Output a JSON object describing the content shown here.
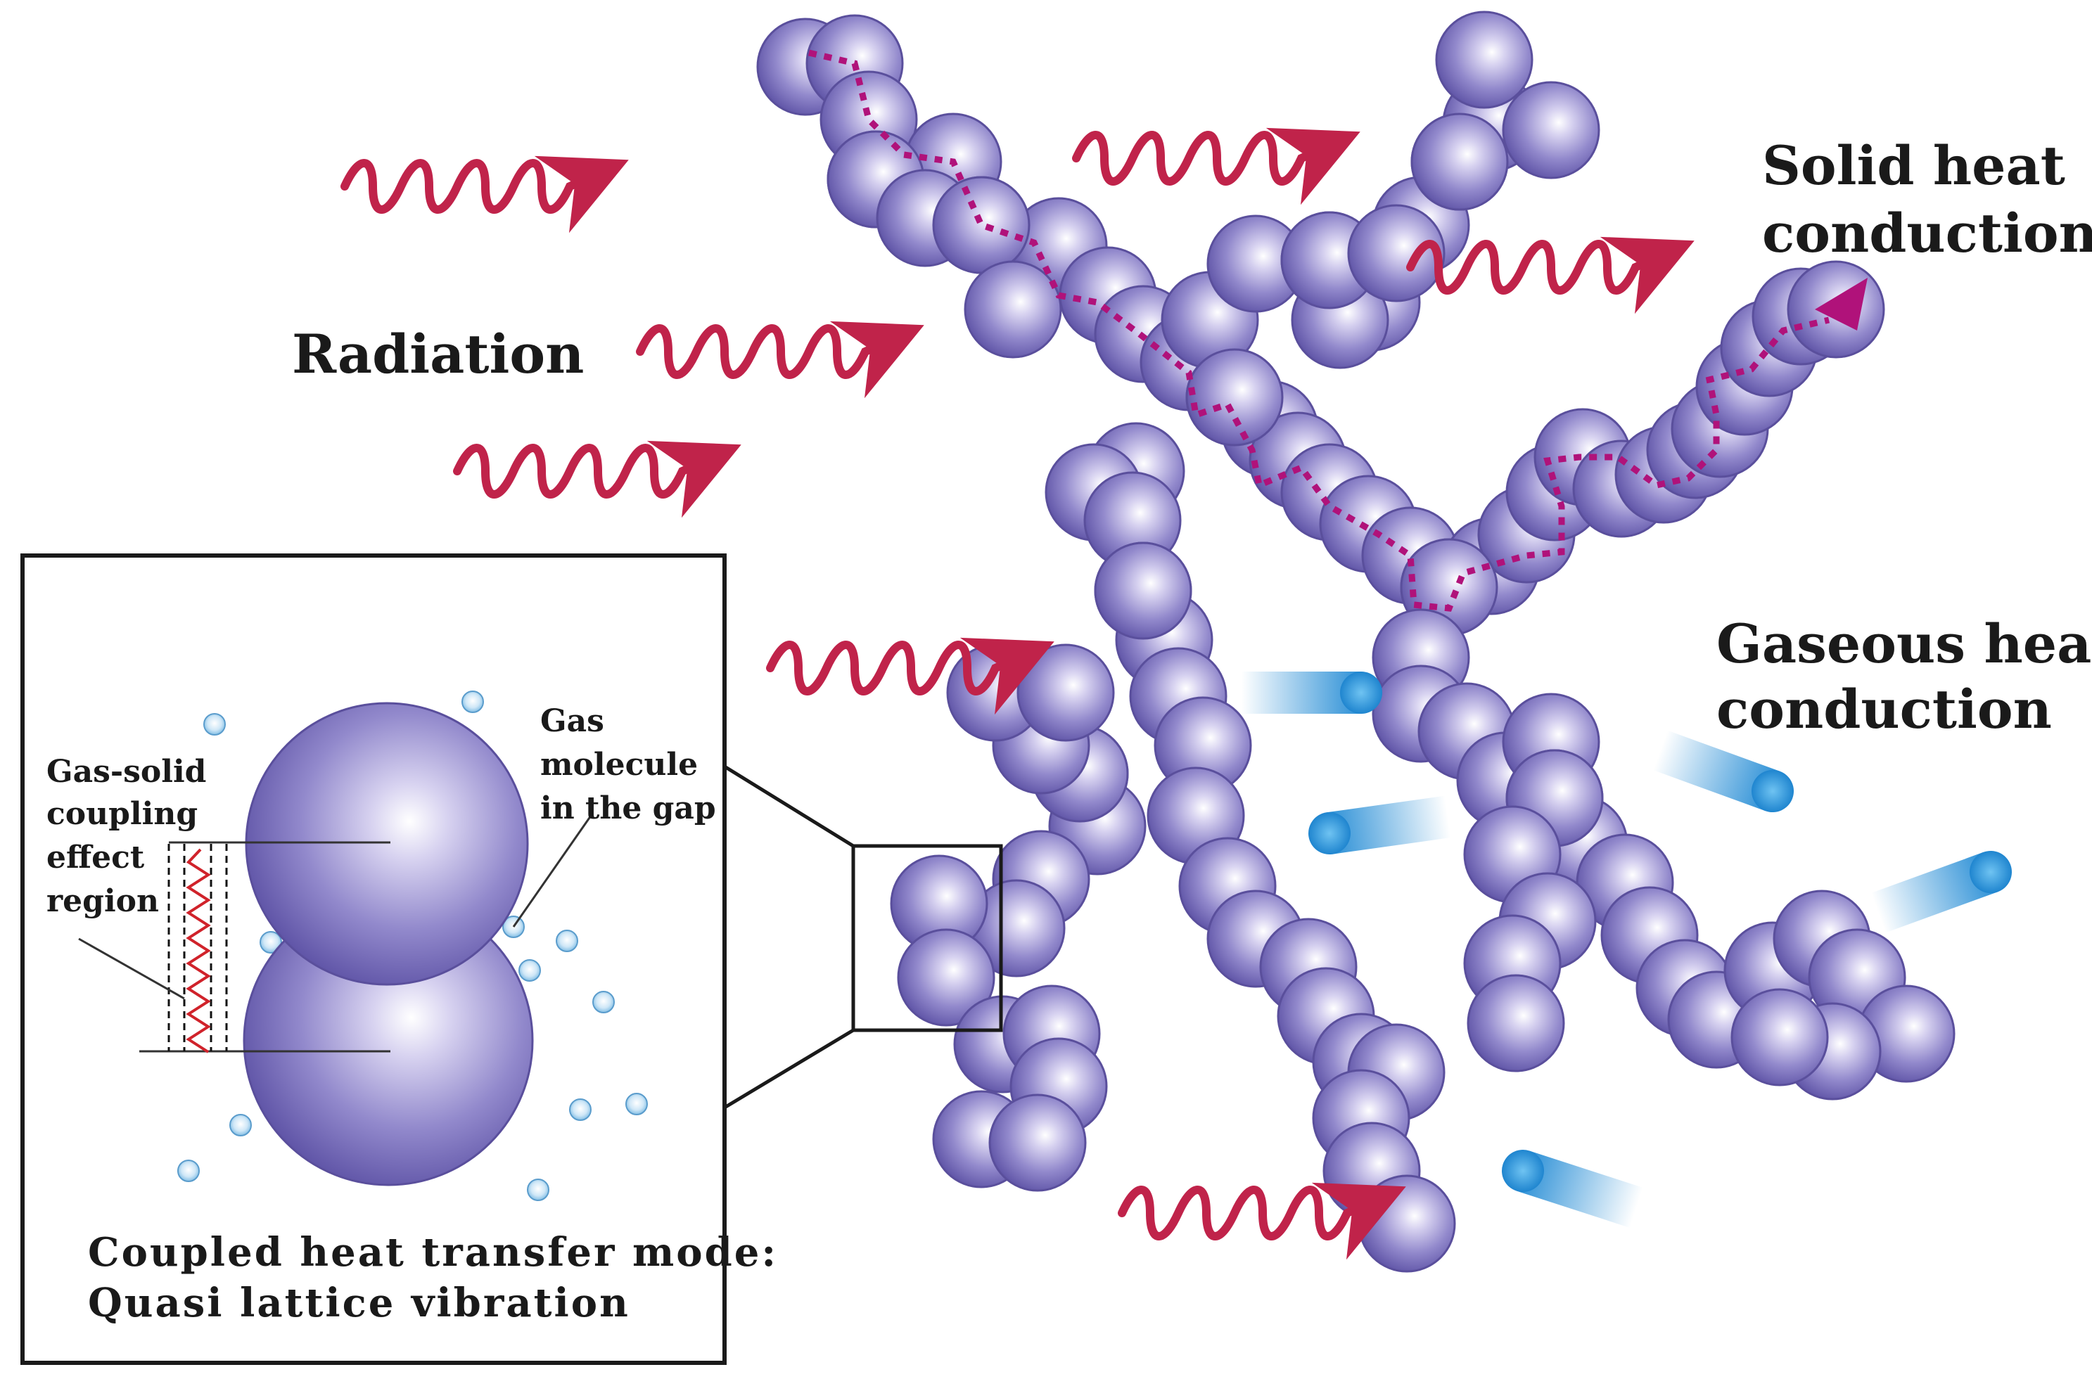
{
  "labels": {
    "radiation": "Radiation",
    "solid_line1": "Solid heat",
    "solid_line2": "conduction",
    "gaseous_line1": "Gaseous heat",
    "gaseous_line2": "conduction",
    "inset_gas_solid_1": "Gas-solid",
    "inset_gas_solid_2": "coupling",
    "inset_gas_solid_3": "effect",
    "inset_gas_solid_4": "region",
    "inset_gas_mol_1": "Gas",
    "inset_gas_mol_2": "molecule",
    "inset_gas_mol_3": "in the gap",
    "coupled_1": "Coupled heat transfer mode:",
    "coupled_2": "Quasi lattice vibration"
  },
  "colors": {
    "particle": "#8a80c4",
    "particle_dark": "#4a3f8a",
    "radiation_arrow": "#c0234a",
    "solid_path": "#b0127a",
    "gas_molecule": "#3a9ad9",
    "frame": "#1a1a1a"
  },
  "icons": {
    "radiation": "wavy-arrow-icon",
    "gas": "gas-molecule-trail-icon",
    "particle": "silica-particle-icon"
  }
}
